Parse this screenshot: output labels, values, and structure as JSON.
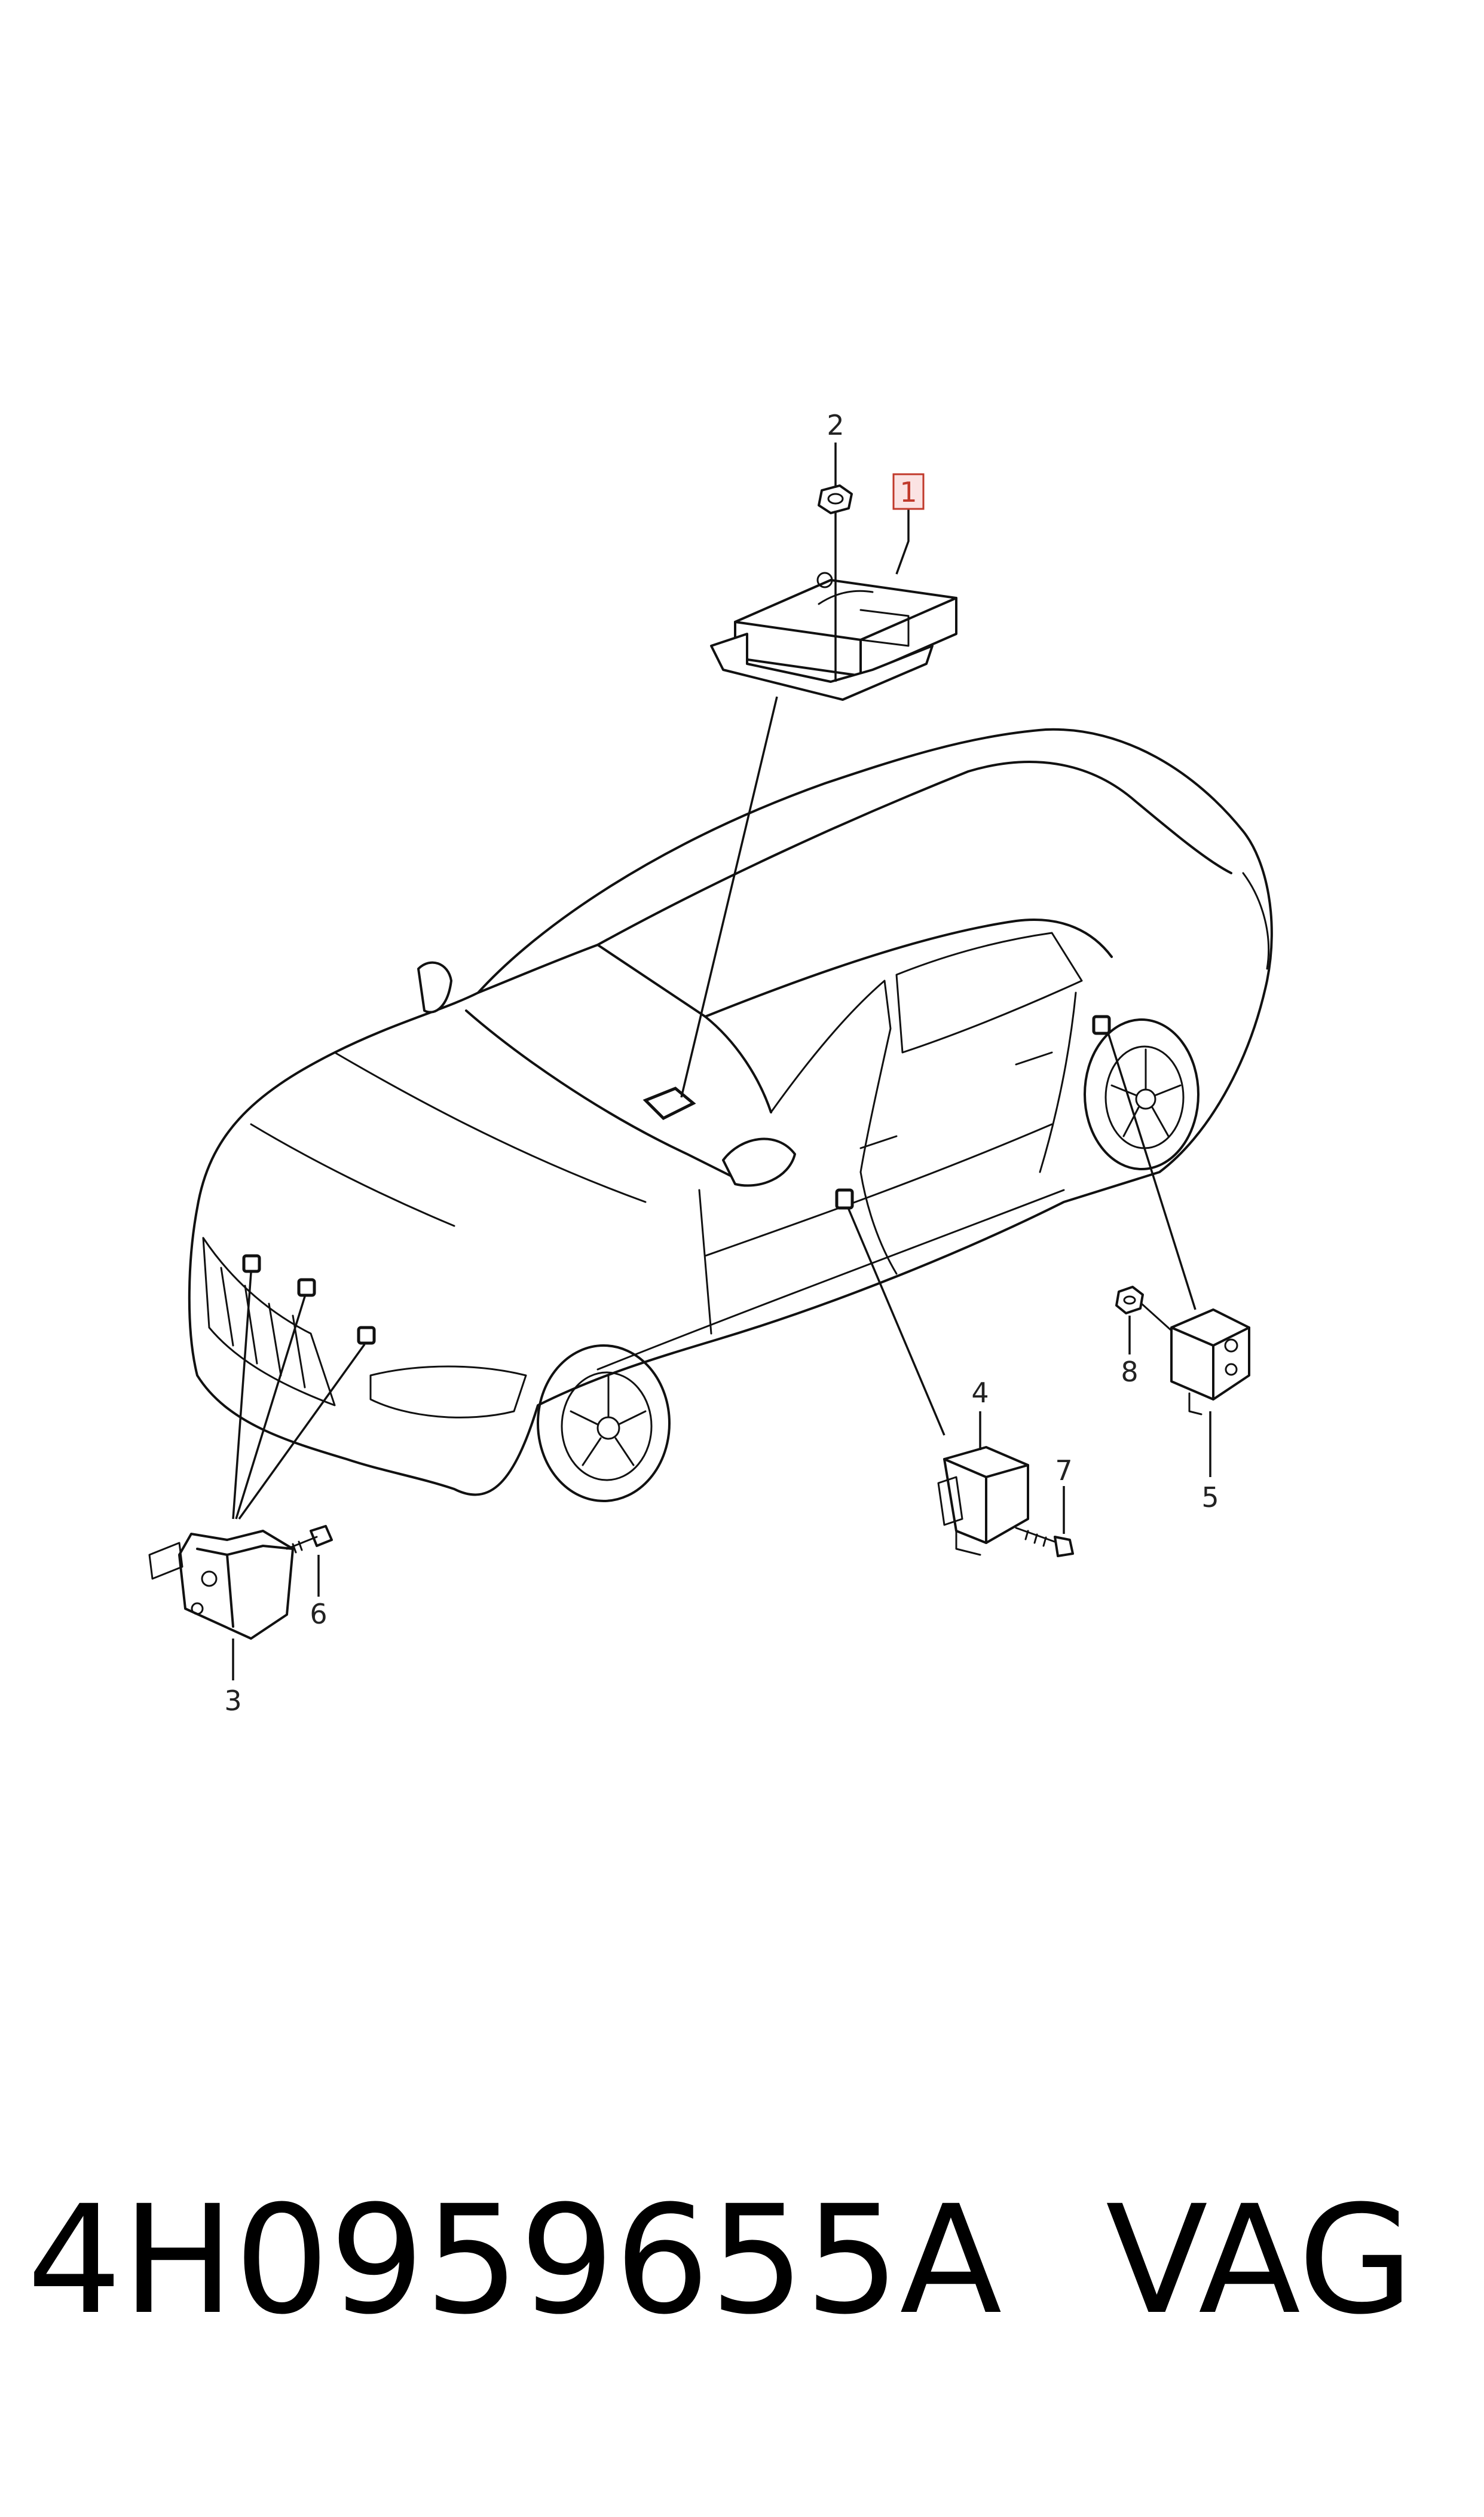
{
  "diagram": {
    "callouts": {
      "c1": "1",
      "c2": "2",
      "c3": "3",
      "c4": "4",
      "c5": "5",
      "c6": "6",
      "c7": "7",
      "c8": "8"
    },
    "highlighted_callout": "1",
    "highlight_color": "#c0392b"
  },
  "footer": {
    "part_number": "4H0959655A",
    "brand": "VAG"
  }
}
